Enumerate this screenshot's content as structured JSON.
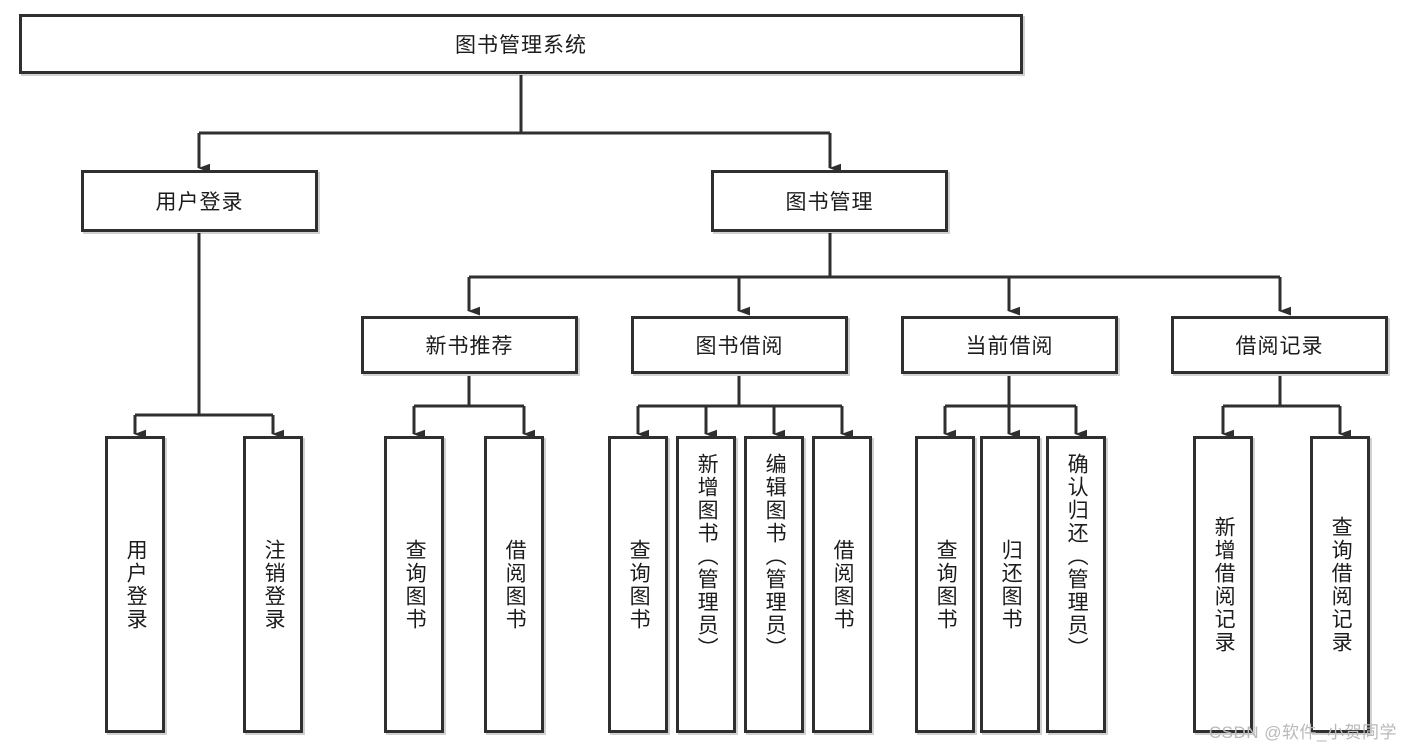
{
  "diagram": {
    "title": "图书管理系统",
    "root": {
      "label": "图书管理系统"
    },
    "level1": [
      {
        "label": "用户登录"
      },
      {
        "label": "图书管理"
      }
    ],
    "level2": [
      {
        "label": "新书推荐"
      },
      {
        "label": "图书借阅"
      },
      {
        "label": "当前借阅"
      },
      {
        "label": "借阅记录"
      }
    ],
    "leaves": {
      "user_login": [
        {
          "label": "用户登录"
        },
        {
          "label": "注销登录"
        }
      ],
      "new_book_recommend": [
        {
          "label": "查询图书"
        },
        {
          "label": "借阅图书"
        }
      ],
      "book_borrow": [
        {
          "label": "查询图书"
        },
        {
          "label": "新增图书（管理员）"
        },
        {
          "label": "编辑图书（管理员）"
        },
        {
          "label": "借阅图书"
        }
      ],
      "current_borrow": [
        {
          "label": "查询图书"
        },
        {
          "label": "归还图书"
        },
        {
          "label": "确认归还（管理员）"
        }
      ],
      "borrow_record": [
        {
          "label": "新增借阅记录"
        },
        {
          "label": "查询借阅记录"
        }
      ]
    }
  },
  "watermark": {
    "text": "CSDN @软件_小贺同学"
  },
  "colors": {
    "border": "#2f2f2f",
    "text": "#1c1c1c",
    "background": "#ffffff",
    "watermark": "#b9b9b9"
  }
}
